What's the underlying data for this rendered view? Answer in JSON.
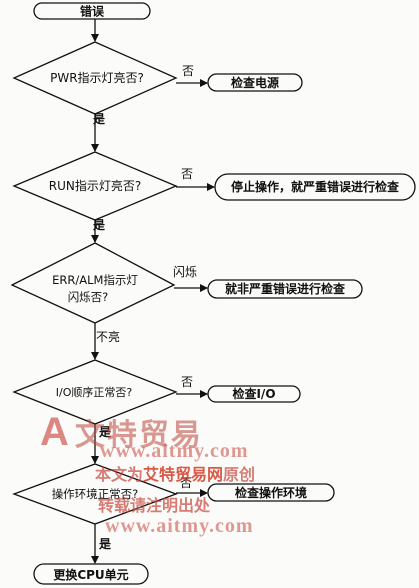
{
  "nodes": {
    "start": "错误",
    "d1": "PWR指示灯亮否?",
    "a1": "检查电源",
    "d2": "RUN指示灯亮否?",
    "a2": "停止操作，就严重错误进行检查",
    "d3_line1": "ERR/ALM指示灯",
    "d3_line2": "闪烁否?",
    "a3": "就非严重错误进行检查",
    "d4": "I/O顺序正常否?",
    "a4": "检查I/O",
    "d5": "操作环境正常否?",
    "a5": "检查操作环境",
    "end": "更换CPU单元"
  },
  "edges": {
    "no1": "否",
    "yes1": "是",
    "no2": "否",
    "yes2": "是",
    "flash": "闪烁",
    "off": "不亮",
    "no4": "否",
    "yes4": "是",
    "no5": "否",
    "yes5": "是"
  },
  "watermark": {
    "brand": "文特贸易",
    "url": "www.aitmy.com",
    "line1_prefix": "本文为",
    "line1_site": "艾特贸易网",
    "line1_suffix": "原创",
    "line2": "转载请注明出处"
  }
}
